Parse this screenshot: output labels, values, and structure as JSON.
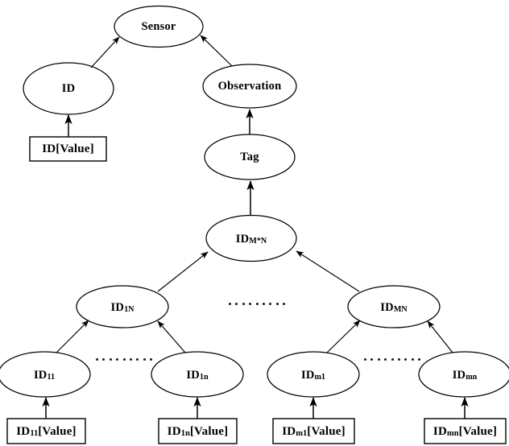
{
  "diagram": {
    "type": "tree-hierarchy",
    "title": "Sensor ID / Observation hierarchy",
    "stroke_color": "#000000",
    "fill_color": "#ffffff",
    "text_color": "#000000",
    "nodes": {
      "sensor": {
        "label": "Sensor",
        "shape": "ellipse"
      },
      "id": {
        "label": "ID",
        "shape": "ellipse"
      },
      "observation": {
        "label": "Observation",
        "shape": "ellipse"
      },
      "tag": {
        "label": "Tag",
        "shape": "ellipse"
      },
      "id_mn": {
        "base": "ID",
        "sub": "M*N",
        "shape": "ellipse"
      },
      "id_1N": {
        "base": "ID",
        "sub": "1N",
        "shape": "ellipse"
      },
      "id_MN": {
        "base": "ID",
        "sub": "MN",
        "shape": "ellipse"
      },
      "id_11": {
        "base": "ID",
        "sub": "11",
        "shape": "ellipse"
      },
      "id_1n": {
        "base": "ID",
        "sub": "1n",
        "shape": "ellipse"
      },
      "id_m1": {
        "base": "ID",
        "sub": "m1",
        "shape": "ellipse"
      },
      "id_mn_leaf": {
        "base": "ID",
        "sub": "mn",
        "shape": "ellipse"
      }
    },
    "boxes": {
      "id_value": {
        "base": "ID",
        "sub": "",
        "suffix": "[Value]",
        "shape": "rectangle"
      },
      "id_11_value": {
        "base": "ID",
        "sub": "11",
        "suffix": "[Value]",
        "shape": "rectangle"
      },
      "id_1n_value": {
        "base": "ID",
        "sub": "1n",
        "suffix": "[Value]",
        "shape": "rectangle"
      },
      "id_m1_value": {
        "base": "ID",
        "sub": "m1",
        "suffix": "[Value]",
        "shape": "rectangle"
      },
      "id_mn_value": {
        "base": "ID",
        "sub": "mn",
        "suffix": "[Value]",
        "shape": "rectangle"
      }
    },
    "ellipsis": {
      "middle_row": "· · · · · · · · ·",
      "left_bottom_row": "· · · · · · · · ·",
      "right_bottom_row": "· · · · · · · · ·",
      "dot_count": 9
    },
    "edges": [
      {
        "from": "id",
        "to": "sensor",
        "style": "solid-arrow"
      },
      {
        "from": "observation",
        "to": "sensor",
        "style": "solid-arrow"
      },
      {
        "from": "id_value",
        "to": "id",
        "style": "solid-arrow"
      },
      {
        "from": "tag",
        "to": "observation",
        "style": "solid-arrow"
      },
      {
        "from": "id_mn",
        "to": "tag",
        "style": "solid-arrow"
      },
      {
        "from": "id_1N",
        "to": "id_mn",
        "style": "solid-arrow"
      },
      {
        "from": "id_MN",
        "to": "id_mn",
        "style": "solid-arrow"
      },
      {
        "from": "id_11",
        "to": "id_1N",
        "style": "solid-arrow"
      },
      {
        "from": "id_1n",
        "to": "id_1N",
        "style": "solid-arrow"
      },
      {
        "from": "id_m1",
        "to": "id_MN",
        "style": "solid-arrow"
      },
      {
        "from": "id_mn_leaf",
        "to": "id_MN",
        "style": "solid-arrow"
      },
      {
        "from": "id_11_value",
        "to": "id_11",
        "style": "solid-arrow"
      },
      {
        "from": "id_1n_value",
        "to": "id_1n",
        "style": "solid-arrow"
      },
      {
        "from": "id_m1_value",
        "to": "id_m1",
        "style": "solid-arrow"
      },
      {
        "from": "id_mn_value",
        "to": "id_mn_leaf",
        "style": "solid-arrow"
      }
    ]
  }
}
